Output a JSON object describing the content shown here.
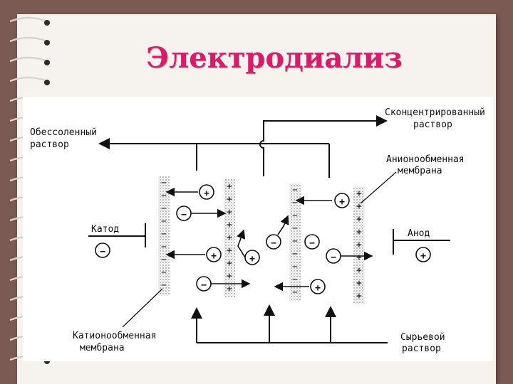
{
  "title": "Электродиализ",
  "labels": {
    "desalted_line1": "Обессоленный",
    "desalted_line2": "раствор",
    "concentrated_line1": "Сконцентрированный",
    "concentrated_line2": "раствор",
    "anion_membrane_line1": "Анионообменная",
    "anion_membrane_line2": "мембрана",
    "cation_membrane_line1": "Катионообменная",
    "cation_membrane_line2": "мембрана",
    "feed_line1": "Сырьевой",
    "feed_line2": "раствор",
    "cathode": "Катод",
    "anode": "Анод"
  },
  "symbols": {
    "minus": "−",
    "plus": "+"
  },
  "colors": {
    "title": "#d81b6b",
    "background": "#7a5a52",
    "paper": "#f6f2ee"
  }
}
